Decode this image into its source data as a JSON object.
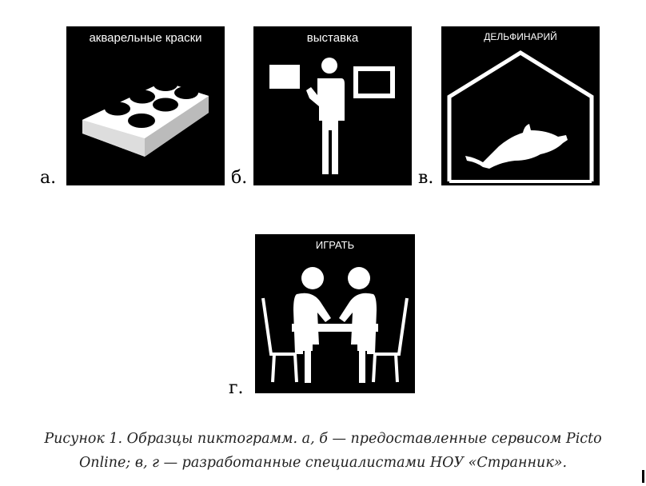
{
  "figure": {
    "panels": [
      {
        "letter": "а.",
        "title": "акварельные краски",
        "icon": "watercolor-paint-palette-icon"
      },
      {
        "letter": "б.",
        "title": "выставка",
        "icon": "exhibition-person-pictures-icon"
      },
      {
        "letter": "в.",
        "title": "ДЕЛЬФИНАРИЙ",
        "icon": "dolphin-house-icon"
      },
      {
        "letter": "г.",
        "title": "ИГРАТЬ",
        "icon": "two-people-at-table-icon"
      }
    ],
    "caption_line1": "Рисунок 1. Образцы пиктограмм. а, б — предоставленные сервисом Picto",
    "caption_line2": "Online; в, г — разработанные специалистами НОУ «Странник»."
  }
}
